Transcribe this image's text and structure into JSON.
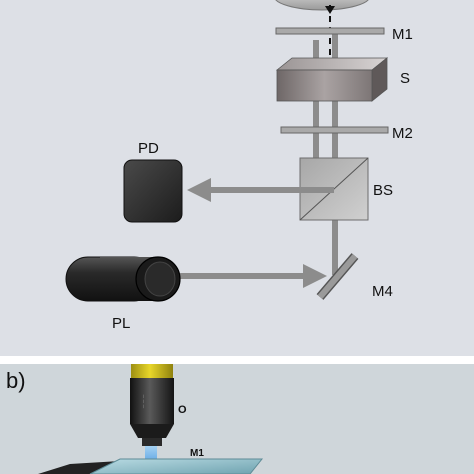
{
  "panel_a": {
    "labels": {
      "m1": "M1",
      "s": "S",
      "m2": "M2",
      "pd": "PD",
      "bs": "BS",
      "m4": "M4",
      "pl": "PL"
    }
  },
  "panel_b": {
    "panel_label": "b)",
    "objective_label": "O",
    "m1_label": "M1"
  },
  "colors": {
    "panel_a_bg": "#dde0e6",
    "panel_b_bg": "#cfd6da",
    "beam": "#8c8c8c",
    "objective_band": "#d6c31a",
    "sample_beam": "#4aa3e8"
  }
}
